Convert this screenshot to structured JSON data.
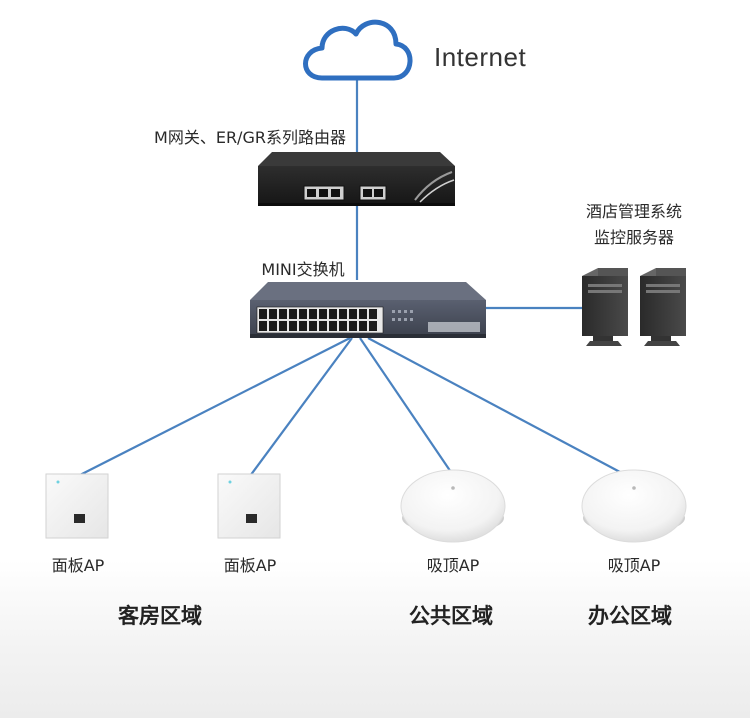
{
  "internet_label": "Internet",
  "router_label": "M网关、ER/GR系列路由器",
  "switch_label": "MINI交换机",
  "server_label": {
    "line1": "酒店管理系统",
    "line2": "监控服务器"
  },
  "devices": [
    {
      "label": "面板AP"
    },
    {
      "label": "面板AP"
    },
    {
      "label": "吸顶AP"
    },
    {
      "label": "吸顶AP"
    }
  ],
  "regions": {
    "guest_room": "客房区域",
    "public": "公共区域",
    "office": "办公区域"
  },
  "colors": {
    "link": "#4a82c0",
    "cloud": "#2f6fc0"
  },
  "icons": [
    "cloud-icon",
    "router-icon",
    "switch-icon",
    "server-icon",
    "panel-ap-icon",
    "ceiling-ap-icon"
  ]
}
